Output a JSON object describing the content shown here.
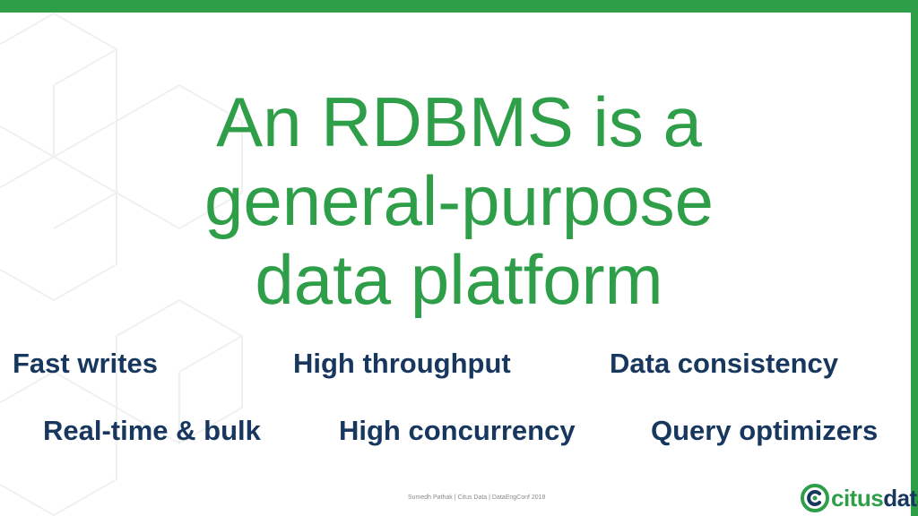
{
  "slide": {
    "title_lines": [
      "An RDBMS is a",
      "general-purpose",
      "data platform"
    ],
    "features": {
      "row1": [
        "Fast writes",
        "High throughput",
        "Data consistency"
      ],
      "row2": [
        "Real-time & bulk",
        "High concurrency",
        "Query optimizers"
      ]
    },
    "footer": "Sumedh Pathak  |  Citus Data  |  DataEngConf 2018",
    "logo": {
      "part1": "citus",
      "part2": "data"
    }
  },
  "colors": {
    "brand_green": "#2e9e48",
    "navy": "#17375e",
    "pattern_line": "#eef2ee"
  }
}
